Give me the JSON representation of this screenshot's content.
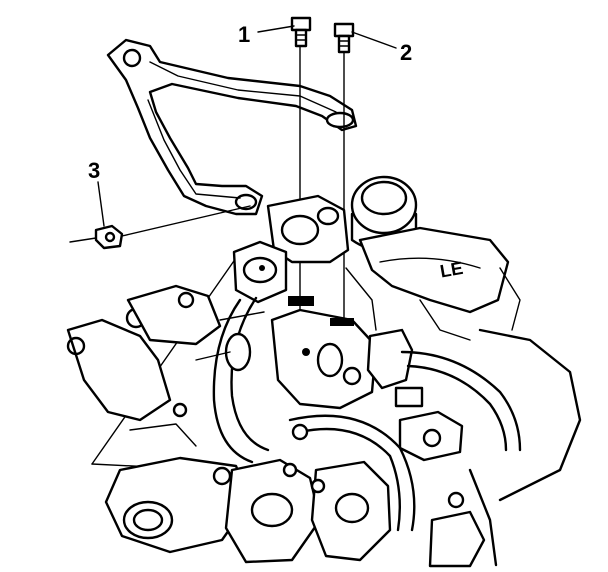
{
  "callouts": [
    {
      "id": "1",
      "label": "1"
    },
    {
      "id": "2",
      "label": "2"
    },
    {
      "id": "3",
      "label": "3"
    }
  ],
  "engine_cast_lettering": "LE",
  "colors": {
    "ink": "#000000",
    "paper": "#ffffff"
  }
}
